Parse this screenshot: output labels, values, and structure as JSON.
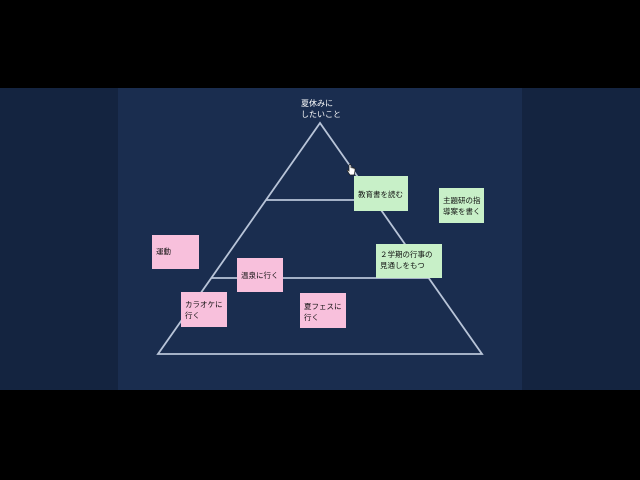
{
  "pyramid": {
    "title_line1": "夏休みに",
    "title_line2": "したいこと"
  },
  "notes": {
    "kyouikusho": "教育書を読む",
    "shudaiken_line1": "主題研の指",
    "shudaiken_line2": "導案を書く",
    "gyouji_line1": "２学期の行事の",
    "gyouji_line2": "見通しをもつ",
    "undou": "運動",
    "onsen": "温泉に行く",
    "karaoke_line1": "カラオケに",
    "karaoke_line2": "行く",
    "natsufes_line1": "夏フェスに",
    "natsufes_line2": "行く"
  },
  "colors": {
    "background": "#000000",
    "board": "#142440",
    "canvas": "#1a2d4f",
    "pyramid_lines": "#b8c4d8",
    "green_note": "#c8f0c8",
    "pink_note": "#f8c0dc"
  },
  "icons": {
    "cursor": "hand-cursor-icon"
  }
}
